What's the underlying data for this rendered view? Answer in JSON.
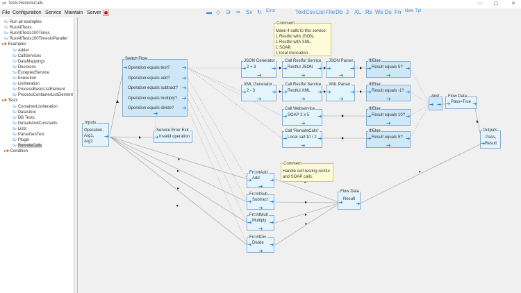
{
  "window": {
    "title": "Tests.RemoteCalls",
    "controls": [
      "—",
      "☐",
      "✕"
    ]
  },
  "menubar": {
    "items": [
      "File",
      "Configuration",
      "Service",
      "Maintain",
      "Server"
    ]
  },
  "toolbar": {
    "items": [
      "▬",
      "◇",
      "∋",
      "⇒",
      "Sv",
      "↻",
      "Error",
      "Text",
      "Csv",
      "List",
      "File",
      "Db",
      "J",
      "XL",
      "Rs",
      "Ws",
      "Ds",
      "Fn",
      "New",
      "Tpl"
    ]
  },
  "sidebar": {
    "items": [
      {
        "label": "Run all examples",
        "indent": 1,
        "type": "service"
      },
      {
        "label": "RunAllTests",
        "indent": 1,
        "type": "service"
      },
      {
        "label": "RunAllTests100Times",
        "indent": 1,
        "type": "service"
      },
      {
        "label": "RunAllTests100TimesInParallel",
        "indent": 1,
        "type": "service"
      },
      {
        "label": "Examples",
        "indent": 0,
        "type": "folder"
      },
      {
        "label": "Adder",
        "indent": 2,
        "type": "service"
      },
      {
        "label": "CallServices",
        "indent": 2,
        "type": "service"
      },
      {
        "label": "DataMappings",
        "indent": 2,
        "type": "service"
      },
      {
        "label": "Decisions",
        "indent": 2,
        "type": "service"
      },
      {
        "label": "ExceptedService",
        "indent": 2,
        "type": "service"
      },
      {
        "label": "Execution",
        "indent": 2,
        "type": "service"
      },
      {
        "label": "ListIteration",
        "indent": 2,
        "type": "service"
      },
      {
        "label": "ProcessBasicListElement",
        "indent": 2,
        "type": "service"
      },
      {
        "label": "ProcessContainerListElement",
        "indent": 2,
        "type": "service"
      },
      {
        "label": "Tests",
        "indent": 0,
        "type": "folder"
      },
      {
        "label": "ContainerListIteration",
        "indent": 2,
        "type": "service"
      },
      {
        "label": "Datastore",
        "indent": 2,
        "type": "service"
      },
      {
        "label": "DB Tests",
        "indent": 2,
        "type": "service"
      },
      {
        "label": "DefaultAndConstants",
        "indent": 2,
        "type": "service"
      },
      {
        "label": "Lists",
        "indent": 2,
        "type": "service"
      },
      {
        "label": "ParseGenText",
        "indent": 2,
        "type": "service"
      },
      {
        "label": "Plugin",
        "indent": 2,
        "type": "service"
      },
      {
        "label": "RemoteCalls",
        "indent": 2,
        "type": "service",
        "selected": true
      },
      {
        "label": "Condition",
        "indent": 1,
        "type": "folder"
      }
    ]
  },
  "diagram": {
    "inputs": {
      "title": "Inputs",
      "body": [
        "Operation,",
        "Arg1,",
        "Arg2"
      ]
    },
    "switch": {
      "title": "Switch Flow",
      "rows": [
        "Operation equals test?",
        "Operation equals add?",
        "Operation equals subtract?",
        "Operation equals multiply?",
        "Operation equals divide?"
      ]
    },
    "error_exit": {
      "title": "Service Error Exit",
      "body": "Invalid operation"
    },
    "comment1": {
      "title": "Comment",
      "lines": [
        "Make 4 calls to this service:",
        "1 Restful with JSON,",
        "1 Restful with XML,",
        "1 SOAP,",
        "1 local invocation."
      ]
    },
    "comment2": {
      "title": "Comment",
      "lines": [
        "Handle self-testing restful",
        "and SOAP calls."
      ]
    },
    "json_gen": {
      "title": "JSON Generator",
      "body": "2 + 3"
    },
    "xml_gen": {
      "title": "XML Generator",
      "body": "2 - 3"
    },
    "call_json": {
      "title": "Call Restful Service",
      "body": "Restful JSON"
    },
    "call_xml": {
      "title": "Call Restful Service",
      "body": "Restful XML"
    },
    "call_ws": {
      "title": "Call Webservice",
      "body": "SOAP 2 x 5"
    },
    "call_local": {
      "title": "Call 'RemoteCalls'",
      "body": "Local call 10 / 2"
    },
    "json_parser": {
      "title": "JSON Parser"
    },
    "xml_parser": {
      "title": "XML Parser"
    },
    "ifelse1": {
      "title": "If/Else",
      "body": "Result equals 5?"
    },
    "ifelse2": {
      "title": "If/Else",
      "body": "Result equals -1?"
    },
    "ifelse3": {
      "title": "If/Else",
      "body": "Result equals 10?"
    },
    "ifelse4": {
      "title": "If/Else",
      "body": "Result equals 5?"
    },
    "and": {
      "title": "And"
    },
    "flow_pass": {
      "title": "Flow Data",
      "body": "Pass=True"
    },
    "outputs": {
      "title": "Outputs",
      "body": [
        "Pass,",
        "Result"
      ]
    },
    "fn_add": {
      "title": "Fn:IntAdd",
      "body": "Add"
    },
    "fn_sub": {
      "title": "Fn:IntSub",
      "body": "Subtract"
    },
    "fn_mul": {
      "title": "Fn:IntMult",
      "body": "Multiply"
    },
    "fn_div": {
      "title": "Fn:IntDiv",
      "body": "Divide"
    },
    "flow_result": {
      "title": "Flow Data",
      "body": "Result"
    }
  }
}
